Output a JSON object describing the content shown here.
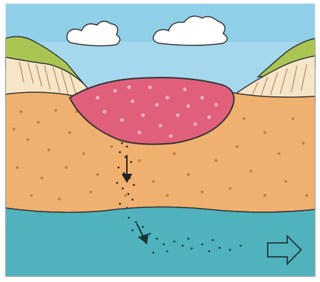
{
  "diagram": {
    "kind": "cross-section illustration",
    "elements": [
      "sky",
      "clouds",
      "hills",
      "soil-layer",
      "pink-waste-pond",
      "infiltration-arrow",
      "groundwater-layer",
      "contaminant-plume",
      "flow-direction-arrow"
    ]
  },
  "colors": {
    "sky": "#8fcfe8",
    "sky_light": "#cfeaf5",
    "cloud": "#ffffff",
    "soil": "#efb070",
    "soil_dots": "#c8803c",
    "pond": "#e0607c",
    "pond_light": "#f6b7c8",
    "groundwater": "#4fb2bd",
    "hill_green": "#a9c653",
    "hill_cream": "#f5e6c8",
    "outline": "#222222"
  }
}
